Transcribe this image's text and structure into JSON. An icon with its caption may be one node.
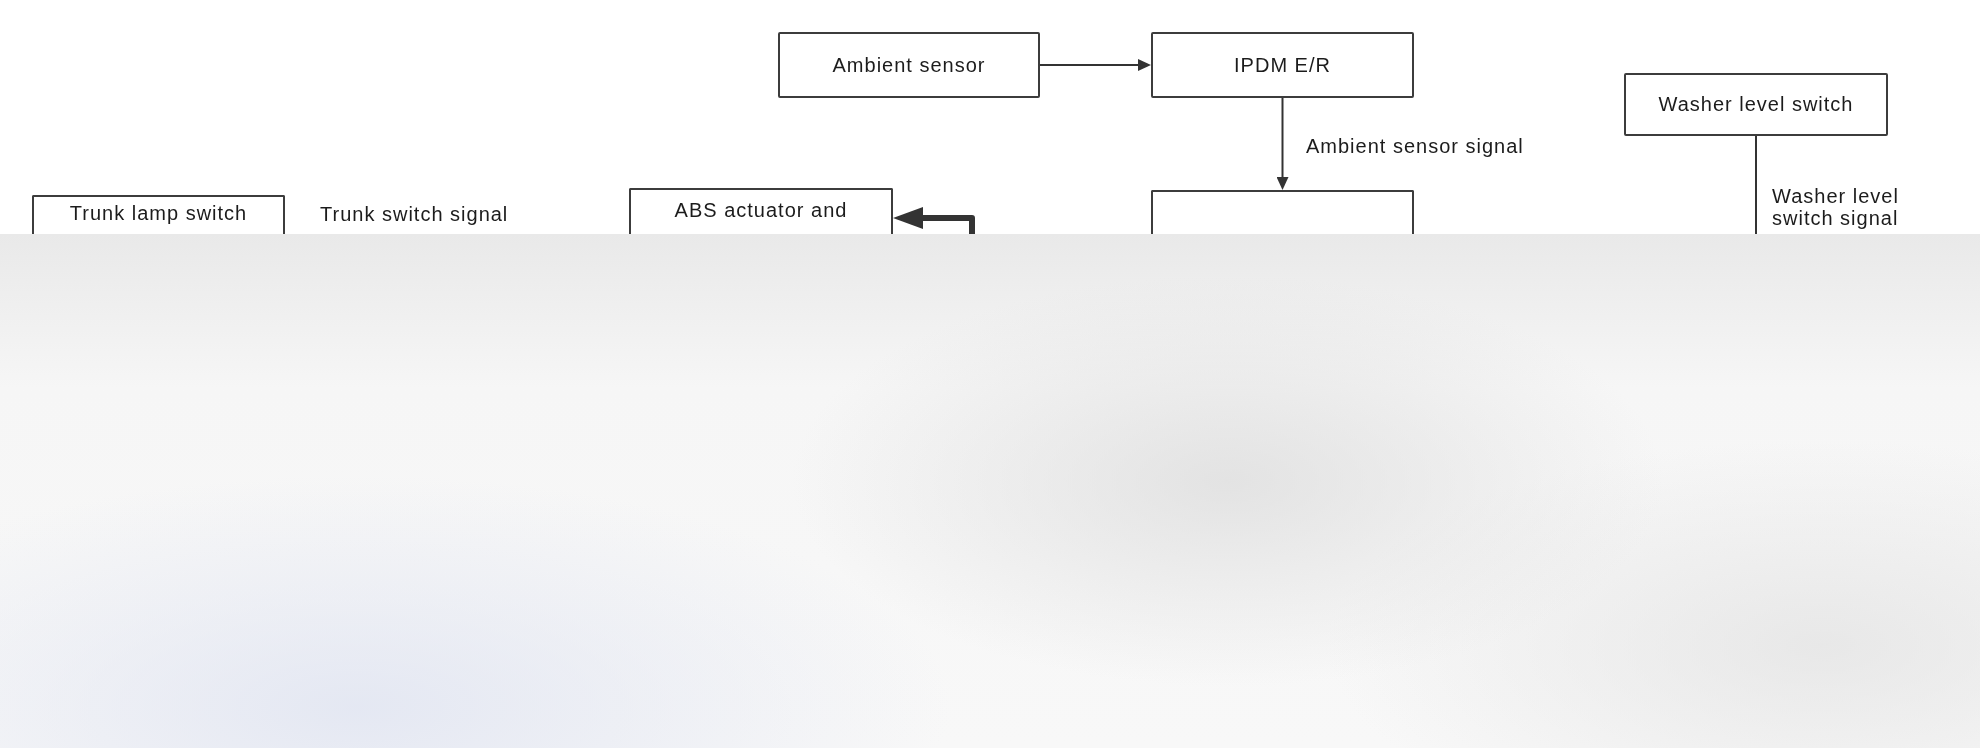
{
  "diagram": {
    "nodes": [
      {
        "text": [
          "Ambient sensor"
        ]
      },
      {
        "text": [
          "IPDM E/R"
        ]
      },
      {
        "text": [
          "Washer level switch"
        ]
      },
      {
        "text": [
          "Trunk lamp switch"
        ]
      },
      {
        "text": [
          "ABS actuator and"
        ]
      },
      {
        "text": [],
        "shape": "box"
      }
    ],
    "edges": [
      {
        "from": 0,
        "to": 1,
        "arrow": "to"
      },
      {
        "from": 1,
        "to": 5,
        "arrow": "to",
        "label": "Ambient sensor signal"
      },
      {
        "from": null,
        "to": 4,
        "arrow": "to",
        "style": "thick"
      },
      {
        "from": 2,
        "to": null,
        "arrow": "none",
        "label": "Washer level switch signal"
      }
    ],
    "labels": [
      "Trunk switch signal"
    ]
  }
}
